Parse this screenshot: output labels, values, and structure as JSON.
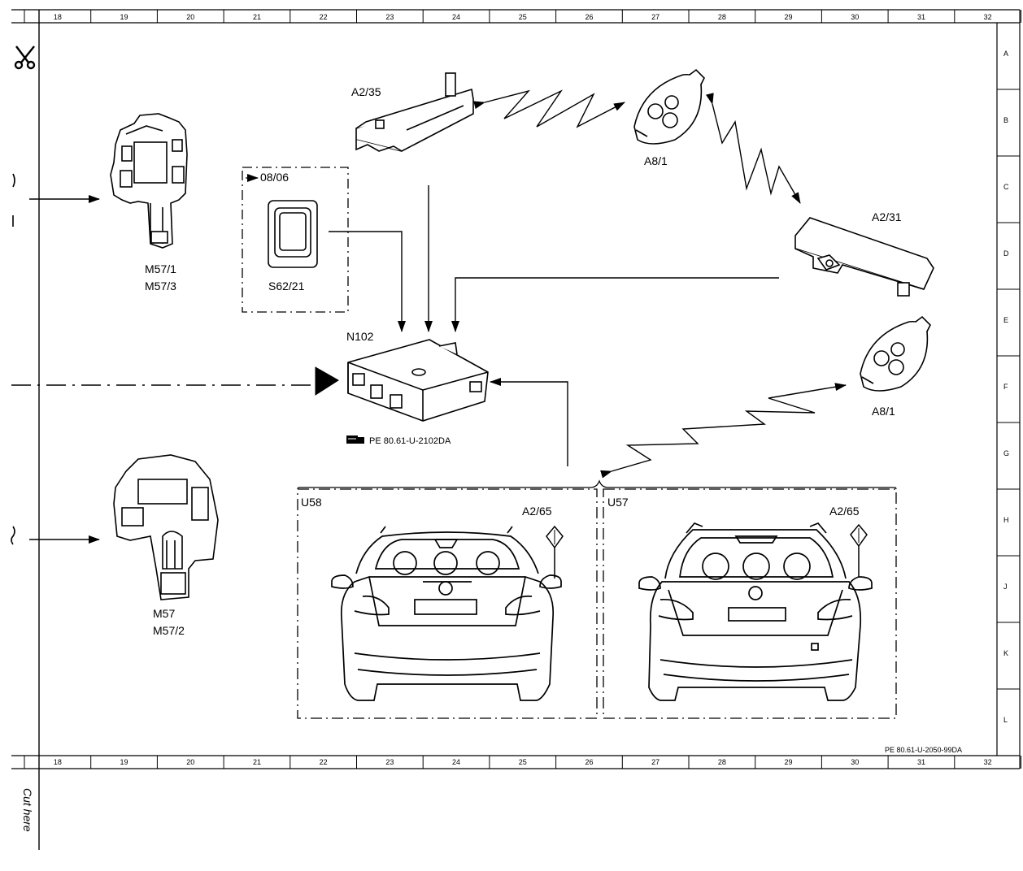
{
  "grid": {
    "columns": [
      "18",
      "19",
      "20",
      "21",
      "22",
      "23",
      "24",
      "25",
      "26",
      "27",
      "28",
      "29",
      "30",
      "31",
      "32"
    ],
    "rows": [
      "A",
      "B",
      "C",
      "D",
      "E",
      "F",
      "G",
      "H",
      "J",
      "K",
      "L"
    ]
  },
  "components": {
    "m57_1": "M57/1",
    "m57_3": "M57/3",
    "m57": "M57",
    "m57_2": "M57/2",
    "a2_35": "A2/35",
    "a8_1_top": "A8/1",
    "a8_1_bottom": "A8/1",
    "a2_31": "A2/31",
    "n102": "N102",
    "s62_21": "S62/21",
    "box_0806": "08/06",
    "u58": "U58",
    "u57": "U57",
    "a2_65_left": "A2/65",
    "a2_65_right": "A2/65"
  },
  "references": {
    "n102_ref": "PE 80.61-U-2102DA",
    "page_ref": "PE 80.61-U-2050-99DA"
  },
  "cut_label": "Cut here",
  "icons": [
    "scissors-icon",
    "reference-book-icon"
  ]
}
